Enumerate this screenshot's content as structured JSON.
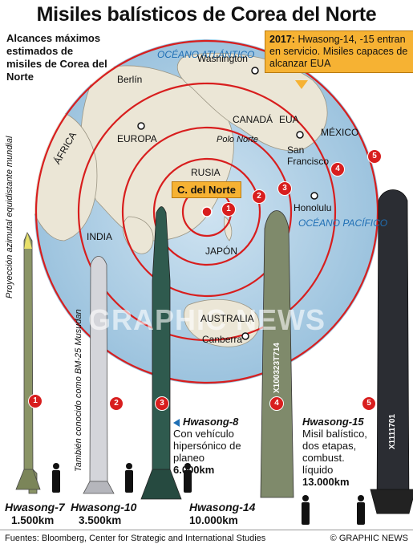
{
  "title": "Misiles balísticos de Corea del Norte",
  "subtitle": "Alcances máximos estimados de misiles de Corea del Norte",
  "callout": {
    "year": "2017:",
    "text": "Hwasong-14, -15 entran en servicio. Misiles capaces de alcanzar EUA"
  },
  "projection_note": "Proyección azimutal equidistante mundial",
  "bm25_note": "También conocido como BM-25 Musudan",
  "map_labels": {
    "atlantic": "OCÉANO ATLÁNTICO",
    "washington": "Washington",
    "berlin": "Berlín",
    "europa": "EUROPA",
    "canada": "CANADÁ",
    "eua": "EUA",
    "mexico": "MÉXICO",
    "africa": "ÁFRICA",
    "polo": "Polo Norte",
    "san_francisco": "San Francisco",
    "rusia": "RUSIA",
    "honolulu": "Honolulu",
    "pacific": "OCÉANO PACÍFICO",
    "india": "INDIA",
    "japon": "JAPÓN",
    "australia": "AUSTRALIA",
    "canberra": "Canberra",
    "corea": "C. del Norte"
  },
  "watermark": "GRAPHIC NEWS",
  "missiles": [
    {
      "num": "1",
      "name": "Hwasong-7",
      "range": "1.500km",
      "range_km": 1500,
      "color": "#8a9466"
    },
    {
      "num": "2",
      "name": "Hwasong-10",
      "range": "3.500km",
      "range_km": 3500,
      "color": "#c8c9cf"
    },
    {
      "num": "3",
      "name": "Hwasong-8",
      "range": "6.000km",
      "range_km": 6000,
      "desc": "Con vehículo hipersónico de planeo",
      "color": "#2f5a4e"
    },
    {
      "num": "4",
      "name": "Hwasong-14",
      "range": "10.000km",
      "range_km": 10000,
      "serial": "Х100323Т714",
      "color": "#7f8a6b"
    },
    {
      "num": "5",
      "name": "Hwasong-15",
      "range": "13.000km",
      "range_km": 13000,
      "desc": "Misil balístico, dos etapas, combust. líquido",
      "serial": "Х1111701",
      "color": "#2b2d33"
    }
  ],
  "footer": {
    "sources": "Fuentes: Bloomberg, Center for Strategic and International Studies",
    "credit": "© GRAPHIC NEWS"
  },
  "colors": {
    "ring": "#d81e1e",
    "ocean": "#b9d6ea",
    "land": "#e9e5d8",
    "accent": "#f6b233",
    "blue": "#1f6fb5"
  }
}
